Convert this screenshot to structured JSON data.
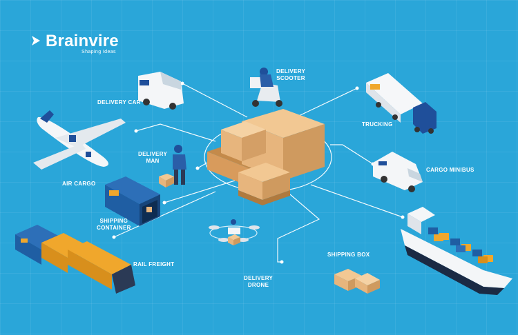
{
  "brand": {
    "name": "Brainvire",
    "tagline": "Shaping Ideas"
  },
  "colors": {
    "background": "#2aa6d9",
    "box": "#e7b57d",
    "truck_cab": "#1f4f9a",
    "rail": "#f0a72c"
  },
  "labels": {
    "delivery_scooter": [
      "DELIVERY",
      "SCOOTER"
    ],
    "delivery_car": [
      "DELIVERY CAR"
    ],
    "trucking": [
      "TRUCKING"
    ],
    "delivery_man": [
      "DELIVERY",
      "MAN"
    ],
    "air_cargo": [
      "AIR CARGO"
    ],
    "cargo_minibus": [
      "CARGO MINIBUS"
    ],
    "shipping_container": [
      "SHIPPING",
      "CONTAINER"
    ],
    "rail_freight": [
      "RAIL FREIGHT"
    ],
    "shipping_box": [
      "SHIPPING BOX"
    ],
    "delivery_drone": [
      "DELIVERY",
      "DRONE"
    ]
  },
  "icons": [
    "brand-chevron-icon",
    "delivery-car-icon",
    "delivery-scooter-icon",
    "truck-icon",
    "airplane-icon",
    "delivery-man-icon",
    "cargo-minibus-icon",
    "shipping-container-icon",
    "rail-freight-icon",
    "cargo-ship-icon",
    "drone-icon",
    "shipping-box-icon",
    "pallet-boxes-icon"
  ]
}
